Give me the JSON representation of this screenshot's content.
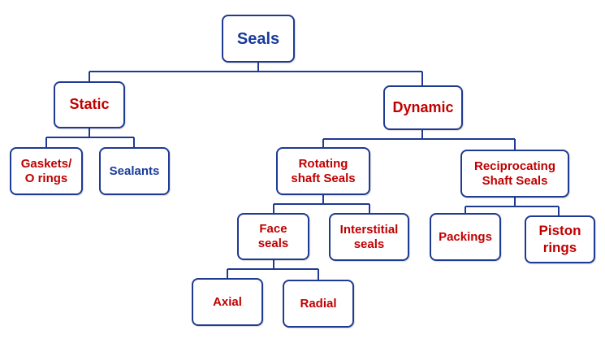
{
  "diagram": {
    "colors": {
      "border": "#1f3a93",
      "connector": "#1f3a93",
      "text_blue": "#1a3b9c",
      "text_red": "#c00000"
    },
    "nodes": {
      "seals": "Seals",
      "static": "Static",
      "dynamic": "Dynamic",
      "gaskets": "Gaskets/\nO rings",
      "sealants": "Sealants",
      "rotating": "Rotating\nshaft Seals",
      "reciprocating": "Reciprocating\nShaft Seals",
      "face": "Face\nseals",
      "interstitial": "Interstitial\nseals",
      "packings": "Packings",
      "piston": "Piston\nrings",
      "axial": "Axial",
      "radial": "Radial"
    }
  }
}
